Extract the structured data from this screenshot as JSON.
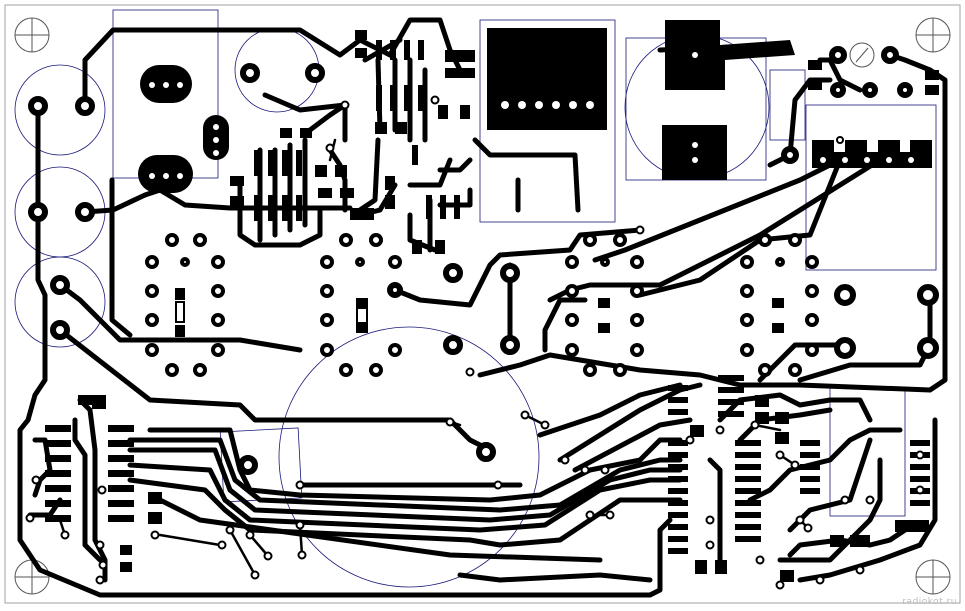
{
  "board": {
    "type": "single-sided PCB copper layout (bottom view)",
    "colors": {
      "copper": "#000000",
      "background": "#ffffff",
      "outline": "#a0a0a0",
      "silkscreen": "#1a1a7a"
    },
    "mounting_holes": 4,
    "zif_socket_footprint": true
  },
  "watermark": {
    "text": "radiokot.ru"
  }
}
